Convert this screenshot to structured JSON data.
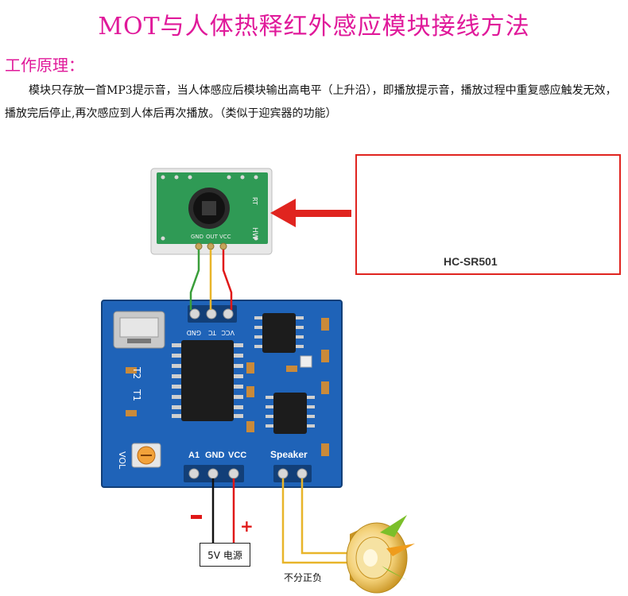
{
  "title": "MOT与人体热释红外感应模块接线方法",
  "principle": {
    "heading": "工作原理：",
    "text": "模块只存放一首MP3提示音，当人体感应后模块输出高电平（上升沿），即播放提示音，播放过程中重复感应触发无效，播放完后停止,再次感应到人体后再次播放。（类似于迎宾器的功能）"
  },
  "sensor_module": {
    "name": "HC-SR501",
    "pins": [
      "GND",
      "OUT",
      "VCC"
    ],
    "side_label": "HW",
    "top_label": "RT"
  },
  "mp3_board": {
    "header_pins": [
      "GND",
      "TC",
      "VCC"
    ],
    "labels": {
      "t1": "T1",
      "t2": "T2",
      "vol": "VOL"
    },
    "power_pins": [
      "A1",
      "GND",
      "VCC"
    ],
    "speaker_label": "Speaker"
  },
  "power": {
    "label": "5V 电源",
    "minus": "−",
    "plus": "+"
  },
  "speaker": {
    "note": "不分正负"
  },
  "colors": {
    "title": "#e0199a",
    "board_blue": "#1f63b8",
    "pcb_green": "#2f9a55",
    "wire_red": "#e01818",
    "wire_yellow": "#e8b52a",
    "wire_green": "#3a9e3a",
    "arrow_red": "#e0241f"
  }
}
